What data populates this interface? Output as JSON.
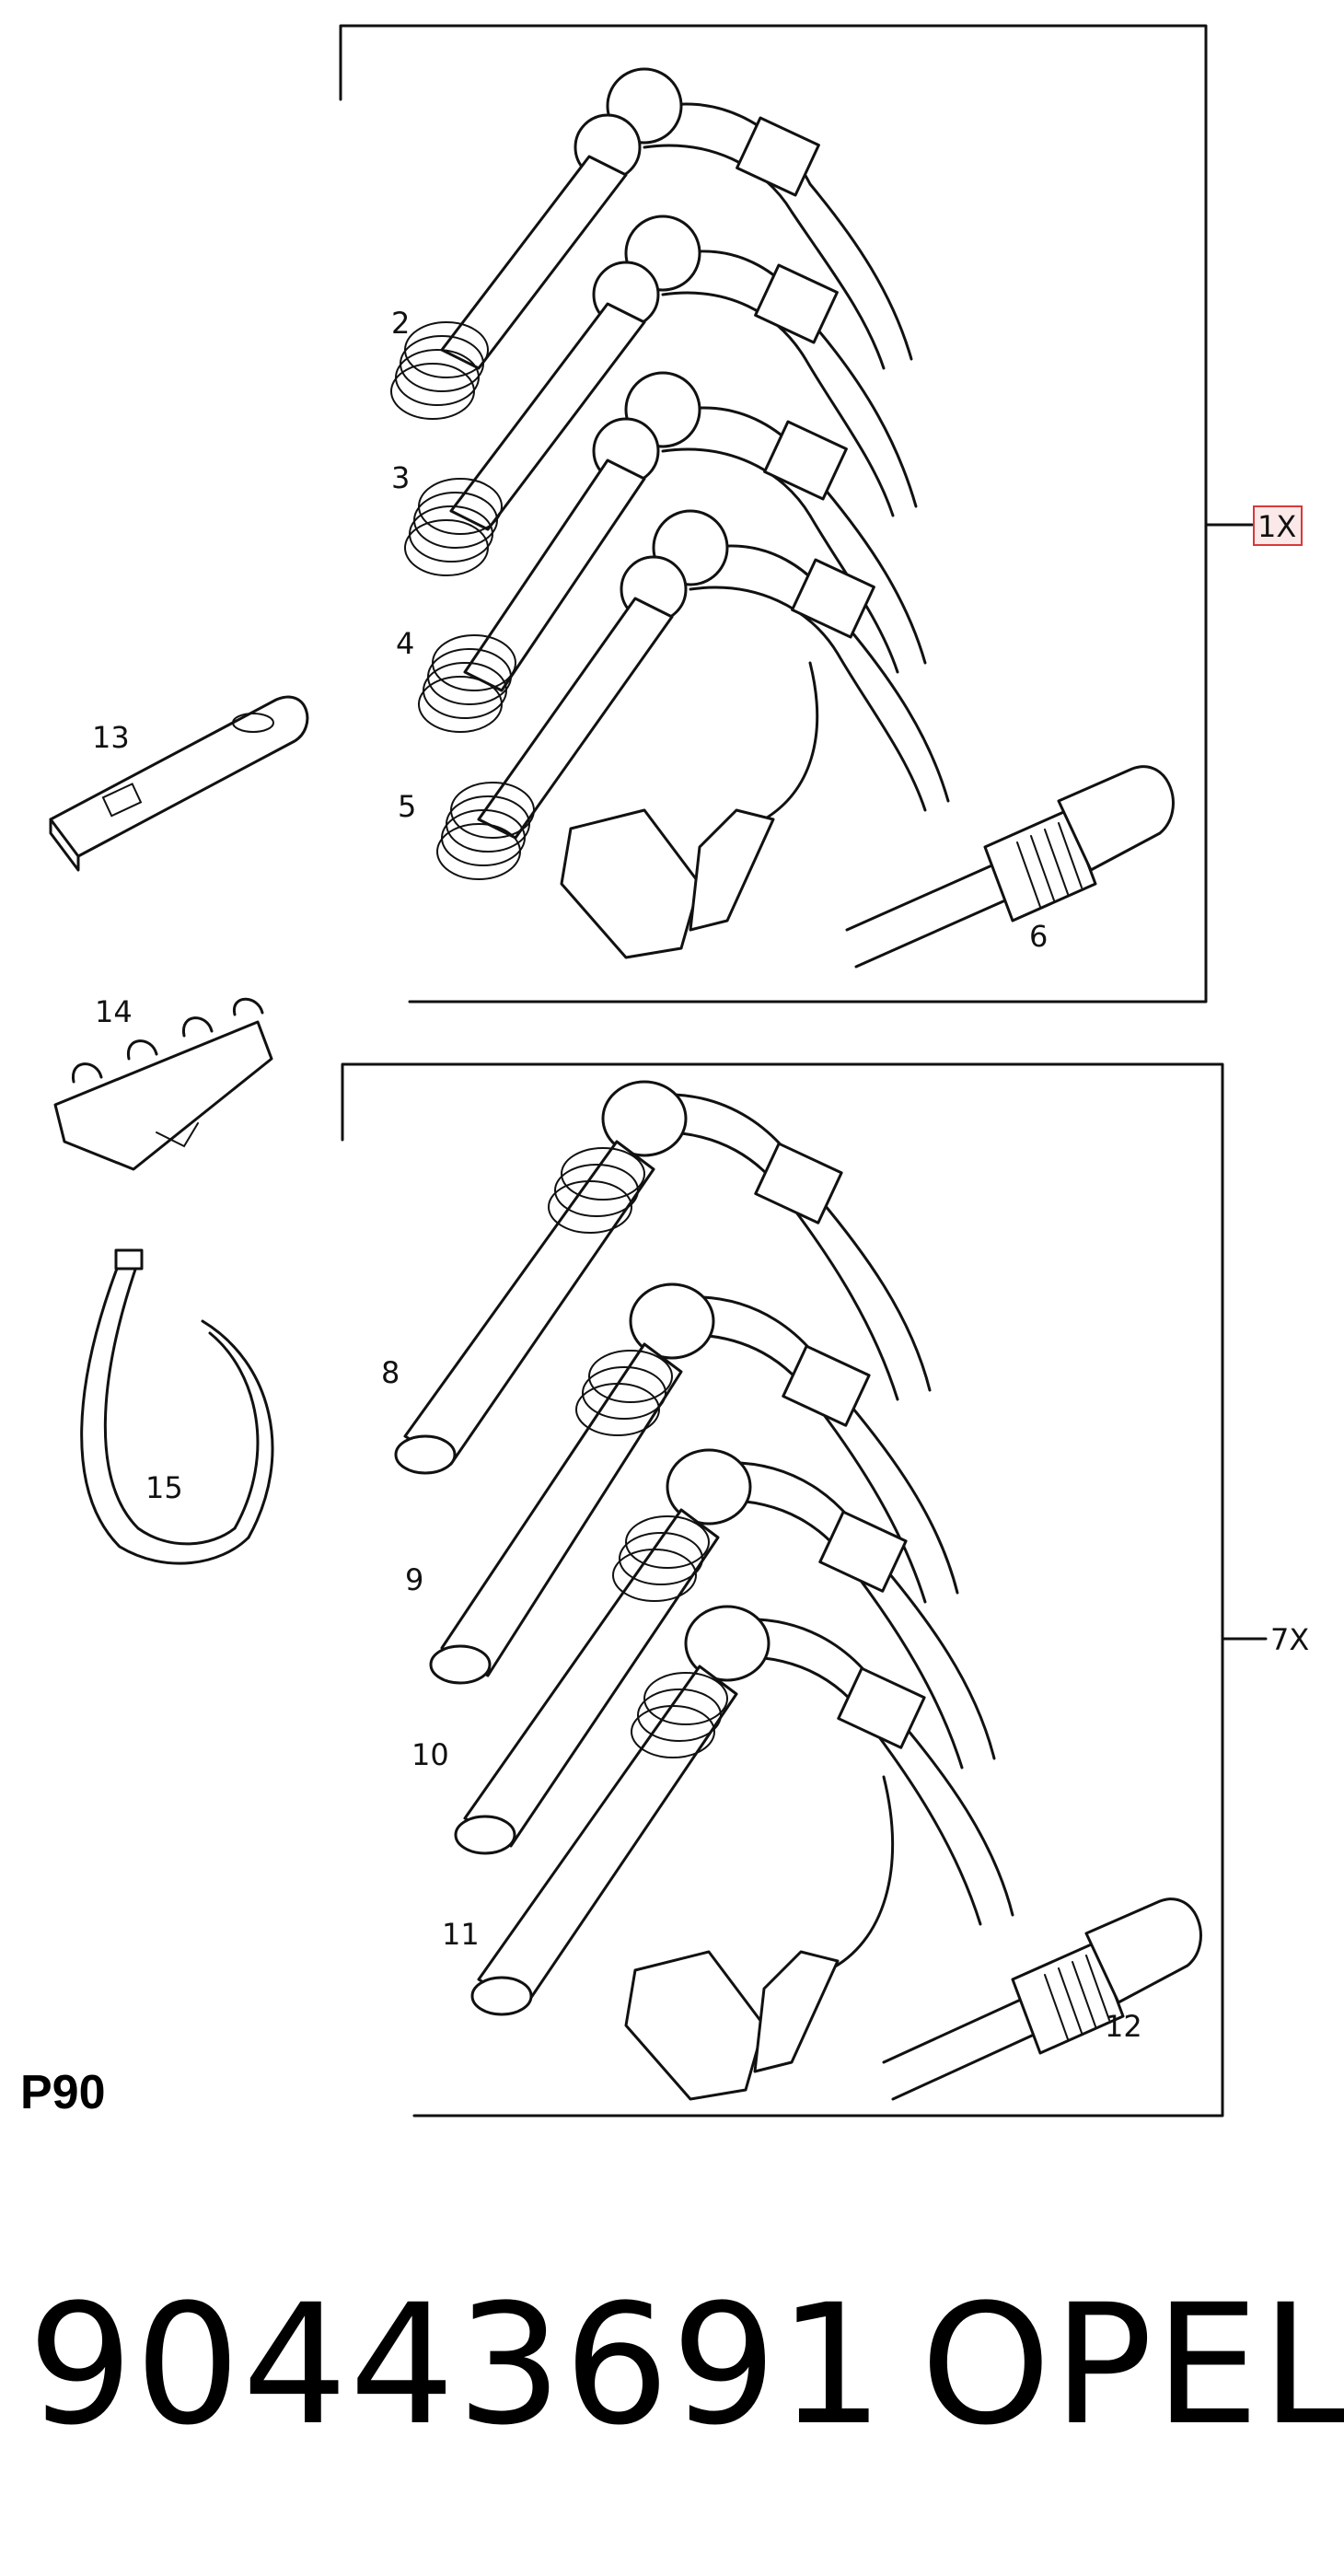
{
  "figure_code": "P90",
  "part_number": "90443691",
  "brand": "OPEL",
  "upper_group": {
    "qty": "1X",
    "highlight_color": "#d9383a",
    "callouts": [
      "2",
      "3",
      "4",
      "5",
      "6"
    ]
  },
  "lower_group": {
    "qty": "7X",
    "callouts": [
      "8",
      "9",
      "10",
      "11",
      "12"
    ]
  },
  "loose_parts": {
    "callouts": [
      "13",
      "14",
      "15"
    ]
  }
}
